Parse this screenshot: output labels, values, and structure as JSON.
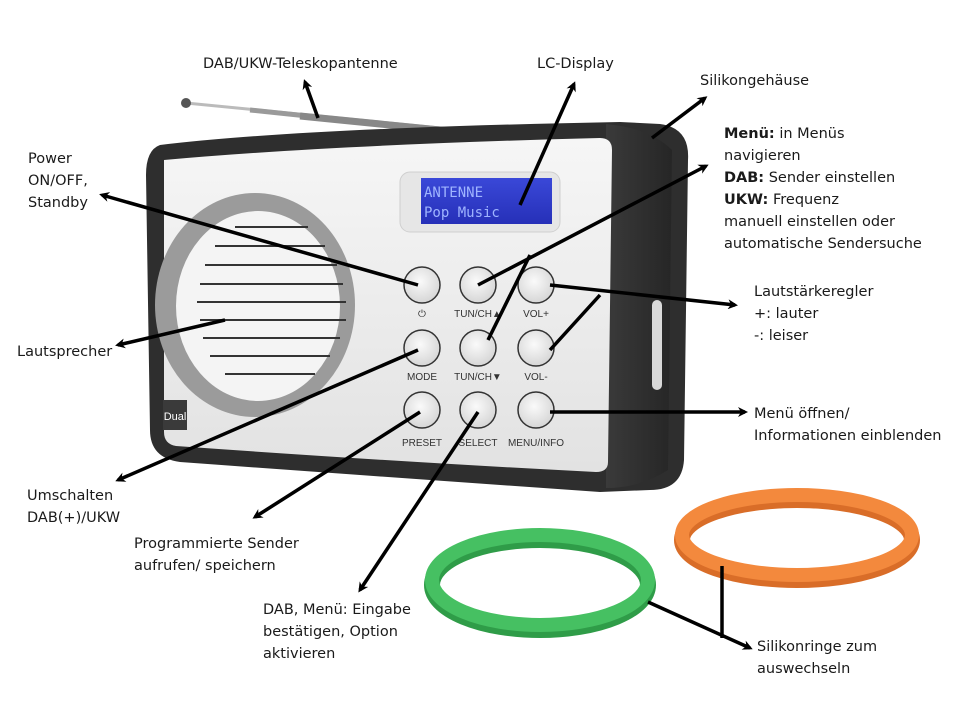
{
  "title": "Dual DAB/UKW Radio – Bedienelemente",
  "device": {
    "brand_logo": "Dual",
    "display": {
      "line1": "ANTENNE",
      "line2": "Pop Music"
    },
    "buttons": [
      {
        "id": "power",
        "caption": "⏻"
      },
      {
        "id": "tun-up",
        "caption": "TUN/CH▲"
      },
      {
        "id": "vol-up",
        "caption": "VOL+"
      },
      {
        "id": "mode",
        "caption": "MODE"
      },
      {
        "id": "tun-down",
        "caption": "TUN/CH▼"
      },
      {
        "id": "vol-down",
        "caption": "VOL-"
      },
      {
        "id": "preset",
        "caption": "PRESET"
      },
      {
        "id": "select",
        "caption": "SELECT"
      },
      {
        "id": "menu-info",
        "caption": "MENU/INFO"
      }
    ],
    "rings": [
      {
        "name": "green-ring",
        "color": "#3fb55a"
      },
      {
        "name": "orange-ring",
        "color": "#f0823a"
      }
    ]
  },
  "annotations": {
    "antenna": "DAB/UKW-Teleskopantenne",
    "display": "LC-Display",
    "housing": "Silikongehäuse",
    "tune": {
      "menu_bold": "Menü:",
      "menu_text": " in Menüs",
      "menu_text2": "navigieren",
      "dab_bold": "DAB:",
      "dab_text": " Sender einstellen",
      "ukw_bold": "UKW:",
      "ukw_text": " Frequenz",
      "ukw_text2": "manuell einstellen oder",
      "ukw_text3": "automatische Sendersuche"
    },
    "power": {
      "line1": "Power",
      "line2": "ON/OFF,",
      "line3": "Standby"
    },
    "speaker": "Lautsprecher",
    "volume": {
      "line1": "Lautstärkeregler",
      "line2": "+: lauter",
      "line3": "-: leiser"
    },
    "menu": {
      "line1": "Menü öffnen/",
      "line2": "Informationen einblenden"
    },
    "mode": {
      "line1": "Umschalten",
      "line2": "DAB(+)/UKW"
    },
    "preset": {
      "line1": "Programmierte Sender",
      "line2": "aufrufen/ speichern"
    },
    "select": {
      "line1": "DAB, Menü: Eingabe",
      "line2": "bestätigen, Option",
      "line3": "aktivieren"
    },
    "rings": {
      "line1": "Silikonringe zum",
      "line2": "auswechseln"
    }
  }
}
